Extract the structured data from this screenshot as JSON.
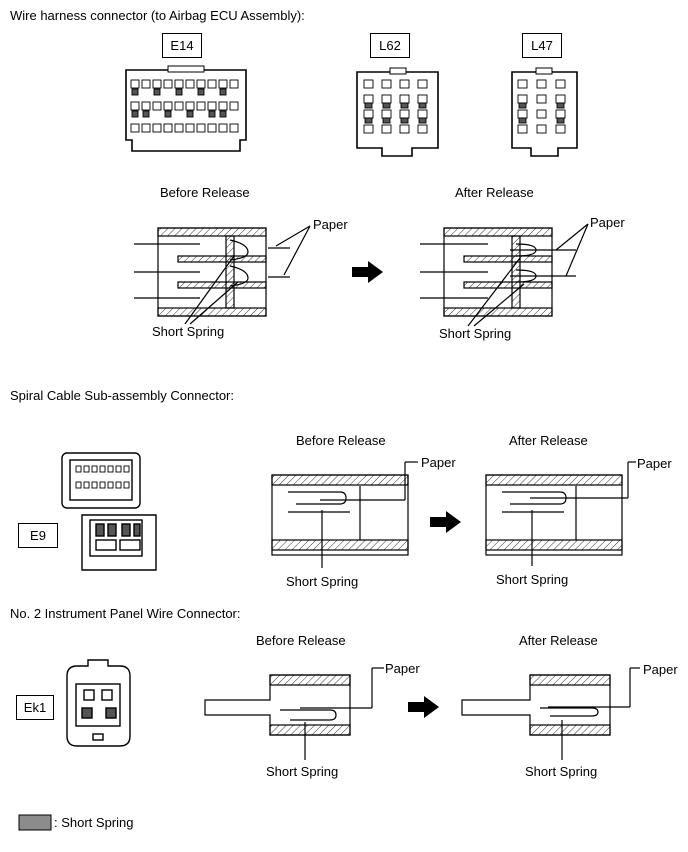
{
  "sections": {
    "ecu": {
      "title": "Wire harness connector (to Airbag ECU Assembly):",
      "connectors": [
        "E14",
        "L62",
        "L47"
      ],
      "before": "Before Release",
      "after": "After Release",
      "paper_before": "Paper",
      "paper_after": "Paper",
      "spring_before": "Short Spring",
      "spring_after": "Short Spring"
    },
    "spiral": {
      "title": "Spiral Cable Sub-assembly Connector:",
      "connector": "E9",
      "before": "Before Release",
      "after": "After Release",
      "paper_before": "Paper",
      "paper_after": "Paper",
      "spring_before": "Short Spring",
      "spring_after": "Short Spring"
    },
    "panel": {
      "title": "No. 2 Instrument Panel Wire Connector:",
      "connector": "Ek1",
      "before": "Before Release",
      "after": "After Release",
      "paper_before": "Paper",
      "paper_after": "Paper",
      "spring_before": "Short Spring",
      "spring_after": "Short Spring"
    }
  },
  "legend": {
    "label": ": Short Spring",
    "swatch_color": "#8c8c8c"
  }
}
